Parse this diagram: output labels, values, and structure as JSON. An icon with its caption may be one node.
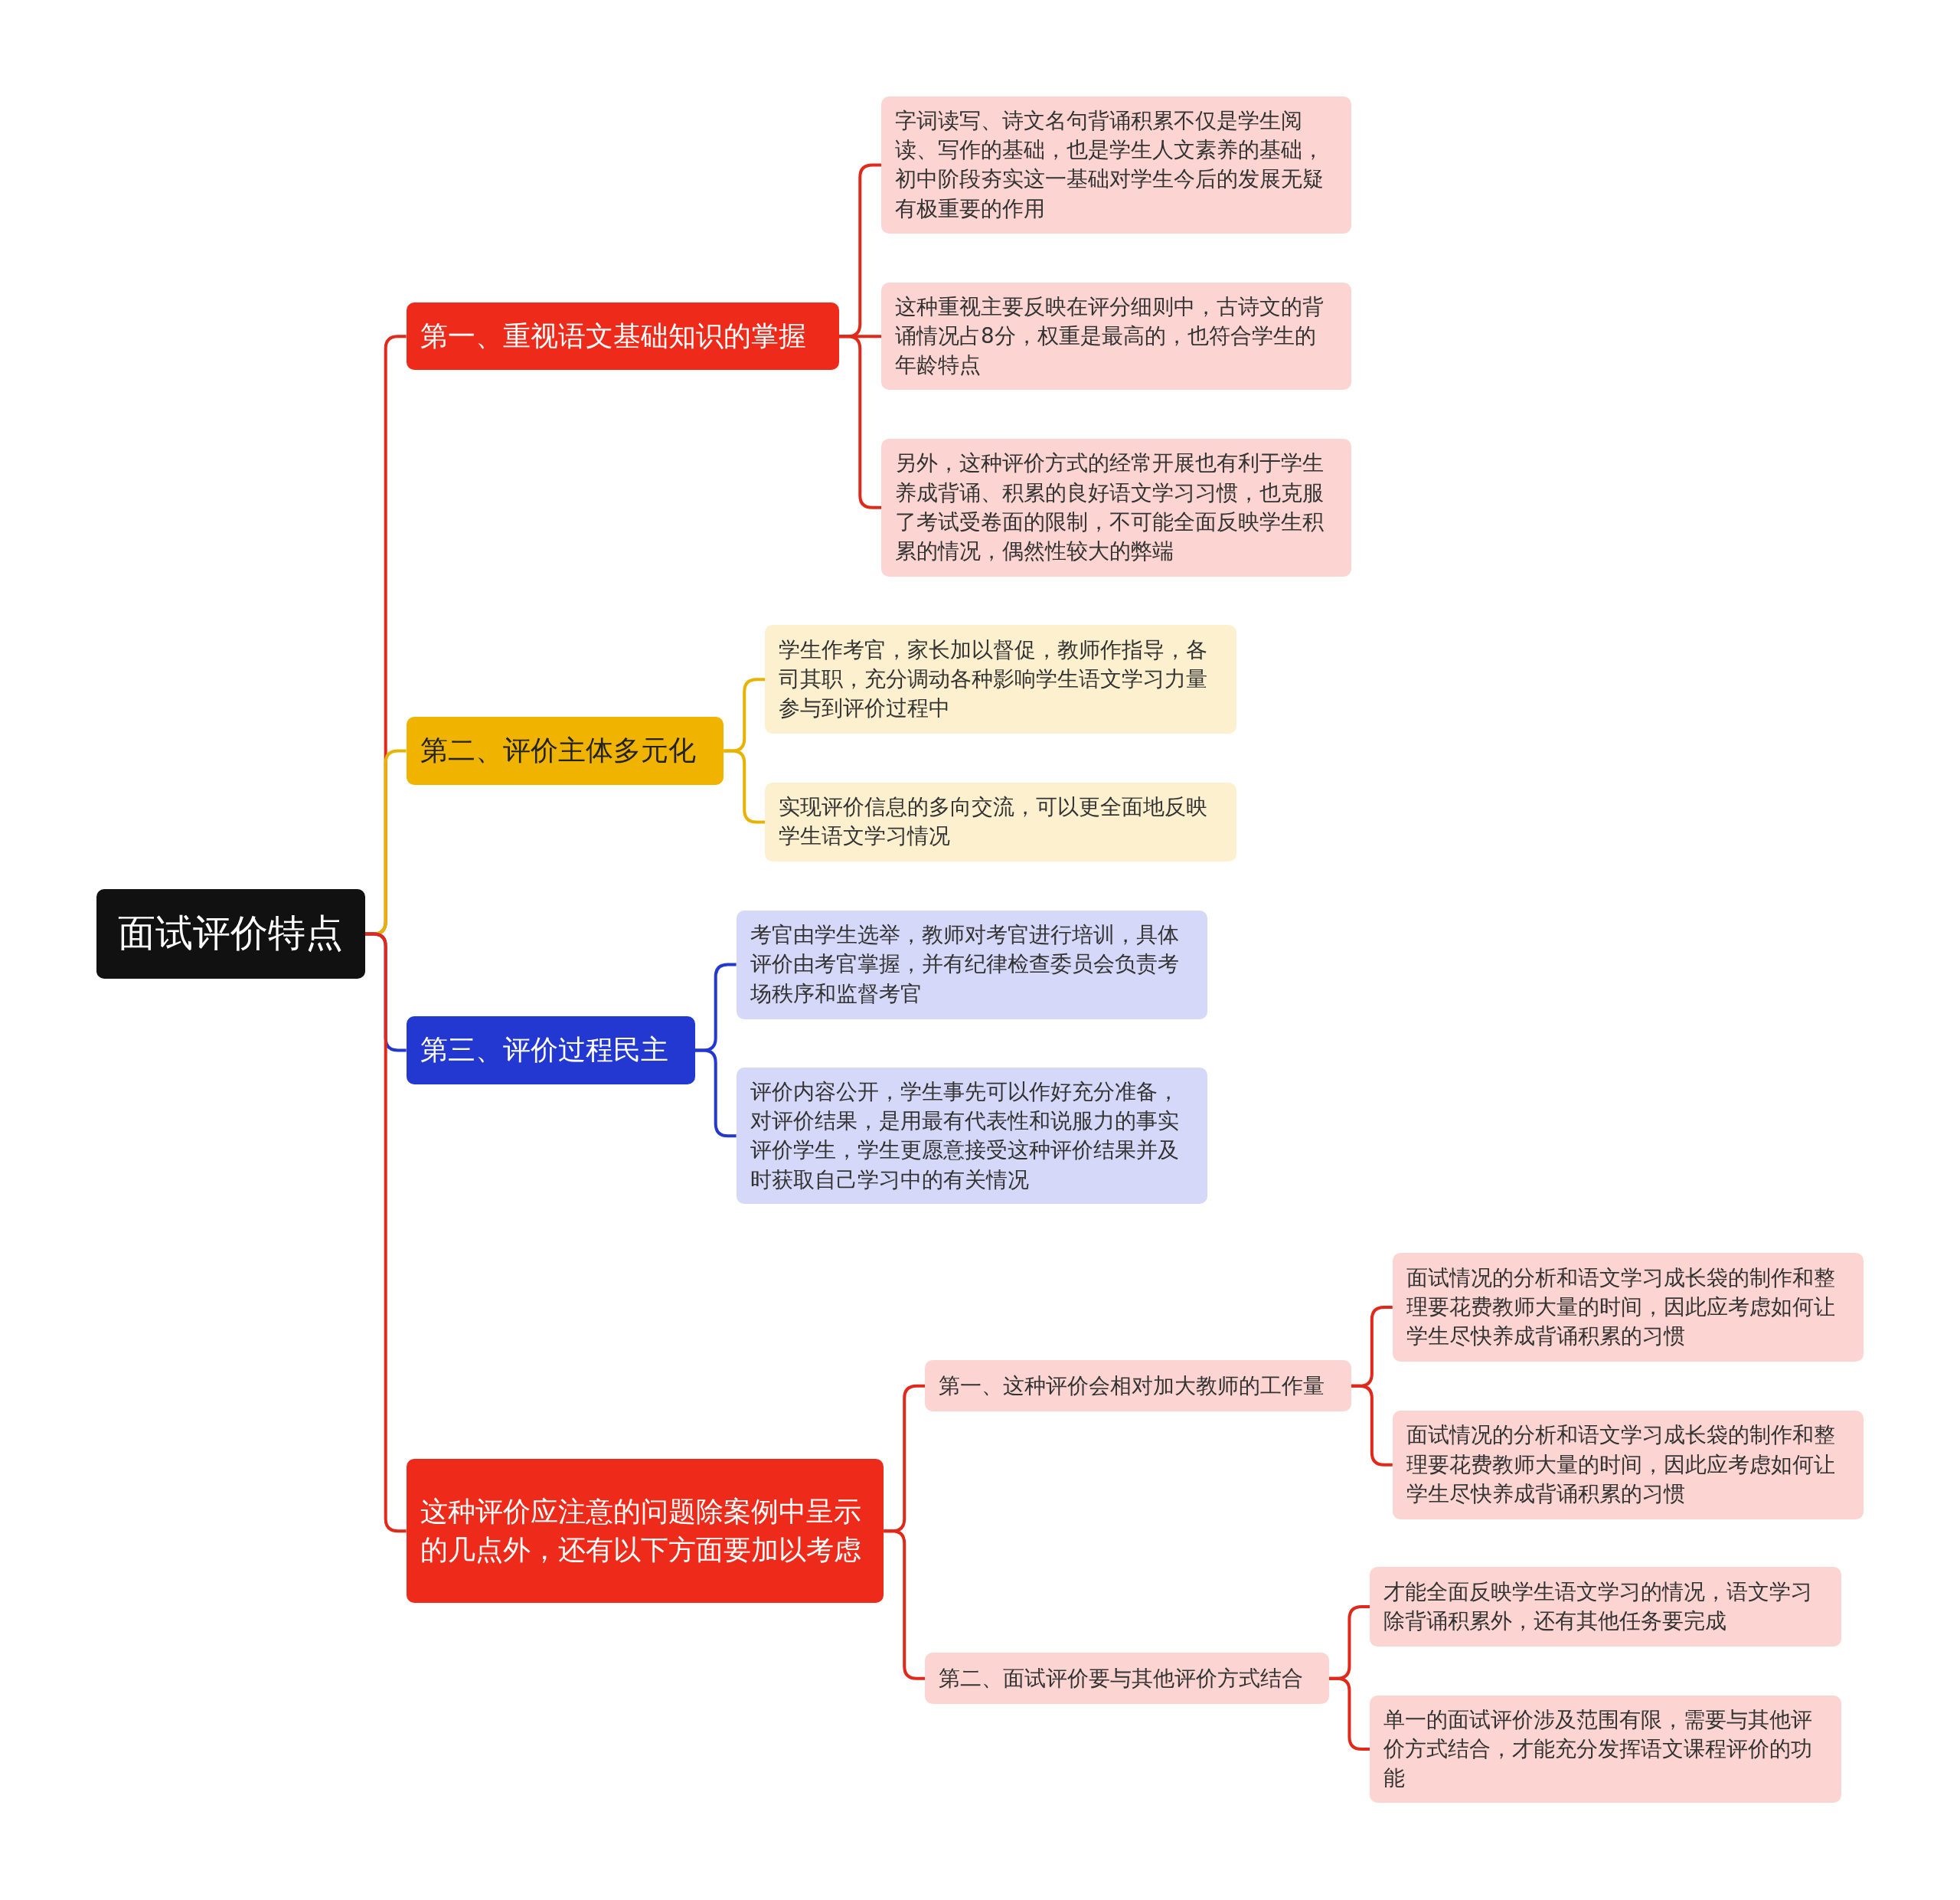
{
  "diagram": {
    "nodes": [
      {
        "text": [
          "面试评价特点"
        ]
      },
      {
        "text": [
          "第一、重视语文基础知识的掌握"
        ]
      },
      {
        "text": [
          "字词读写、诗文名句背诵积累不仅是学生阅读、写作的基础，也是学生人文素养的基础，初中阶段夯实这一基础对学生今后的发展无疑有极重要的作用"
        ]
      },
      {
        "text": [
          "这种重视主要反映在评分细则中，古诗文的背诵情况占8分，权重是最高的，也符合学生的年龄特点"
        ]
      },
      {
        "text": [
          "另外，这种评价方式的经常开展也有利于学生养成背诵、积累的良好语文学习习惯，也克服了考试受卷面的限制，不可能全面反映学生积累的情况，偶然性较大的弊端"
        ]
      },
      {
        "text": [
          "第二、评价主体多元化"
        ]
      },
      {
        "text": [
          "学生作考官，家长加以督促，教师作指导，各司其职，充分调动各种影响学生语文学习力量参与到评价过程中"
        ]
      },
      {
        "text": [
          "实现评价信息的多向交流，可以更全面地反映学生语文学习情况"
        ]
      },
      {
        "text": [
          "第三、评价过程民主"
        ]
      },
      {
        "text": [
          "考官由学生选举，教师对考官进行培训，具体评价由考官掌握，并有纪律检查委员会负责考场秩序和监督考官"
        ]
      },
      {
        "text": [
          "评价内容公开，学生事先可以作好充分准备，对评价结果，是用最有代表性和说服力的事实评价学生，学生更愿意接受这种评价结果并及时获取自己学习中的有关情况"
        ]
      },
      {
        "text": [
          "这种评价应注意的问题除案例中呈示的几点外，还有以下方面要加以考虑"
        ]
      },
      {
        "text": [
          "第一、这种评价会相对加大教师的工作量"
        ]
      },
      {
        "text": [
          "面试情况的分析和语文学习成长袋的制作和整理要花费教师大量的时间，因此应考虑如何让学生尽快养成背诵积累的习惯"
        ]
      },
      {
        "text": [
          "面试情况的分析和语文学习成长袋的制作和整理要花费教师大量的时间，因此应考虑如何让学生尽快养成背诵积累的习惯"
        ]
      },
      {
        "text": [
          "第二、面试评价要与其他评价方式结合"
        ]
      },
      {
        "text": [
          "才能全面反映学生语文学习的情况，语文学习除背诵积累外，还有其他任务要完成"
        ]
      },
      {
        "text": [
          "单一的面试评价涉及范围有限，需要与其他评价方式结合，才能充分发挥语文课程评价的功能"
        ]
      }
    ],
    "edges": [
      {
        "from": 0,
        "to": 1,
        "arrow": "none"
      },
      {
        "from": 1,
        "to": 2,
        "arrow": "none"
      },
      {
        "from": 1,
        "to": 3,
        "arrow": "none"
      },
      {
        "from": 1,
        "to": 4,
        "arrow": "none"
      },
      {
        "from": 0,
        "to": 5,
        "arrow": "none",
        "color": "#e8b300"
      },
      {
        "from": 5,
        "to": 6,
        "arrow": "none",
        "color": "#e8b300"
      },
      {
        "from": 5,
        "to": 7,
        "arrow": "none",
        "color": "#e8b300"
      },
      {
        "from": 0,
        "to": 8,
        "arrow": "none",
        "color": "#2338d0"
      },
      {
        "from": 8,
        "to": 9,
        "arrow": "none",
        "color": "#2338d0"
      },
      {
        "from": 8,
        "to": 10,
        "arrow": "none",
        "color": "#2338d0"
      },
      {
        "from": 0,
        "to": 11,
        "arrow": "none"
      },
      {
        "from": 11,
        "to": 12,
        "arrow": "none"
      },
      {
        "from": 11,
        "to": 15,
        "arrow": "none"
      },
      {
        "from": 12,
        "to": 13,
        "arrow": "none"
      },
      {
        "from": 12,
        "to": 14,
        "arrow": "none"
      },
      {
        "from": 15,
        "to": 16,
        "arrow": "none"
      },
      {
        "from": 15,
        "to": 17,
        "arrow": "none"
      }
    ]
  }
}
